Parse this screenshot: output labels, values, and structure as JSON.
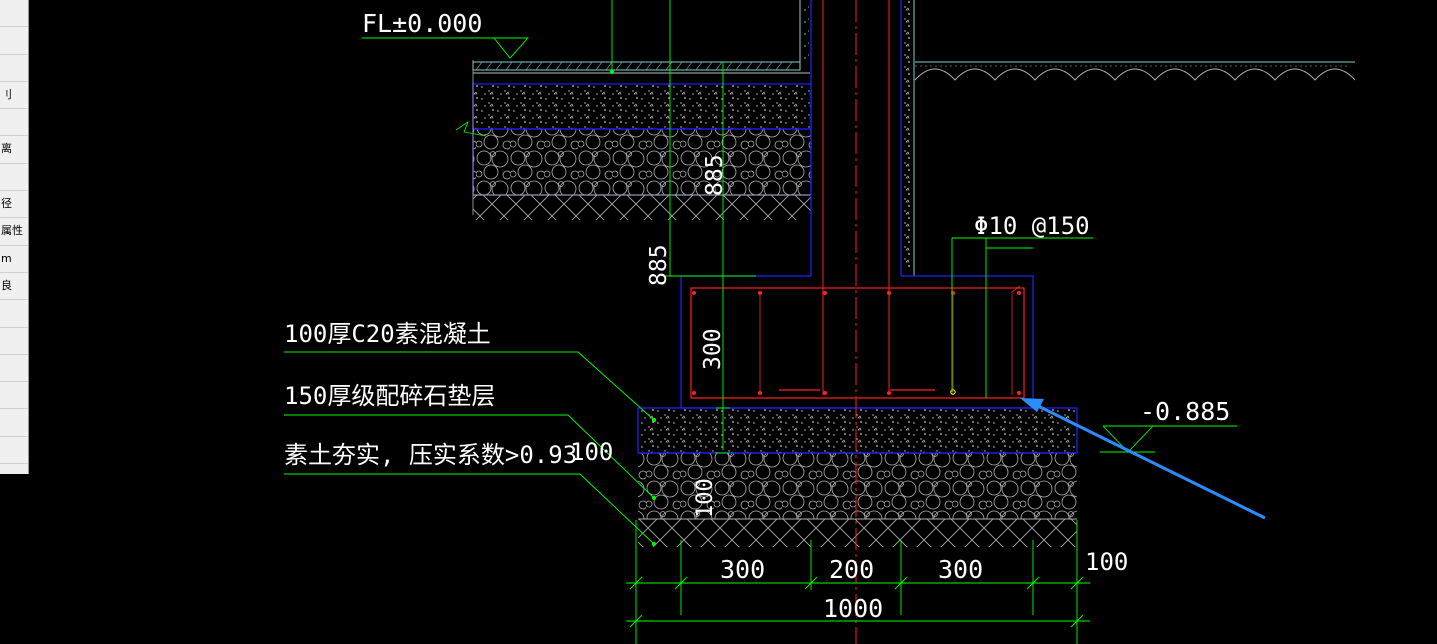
{
  "side_panel": {
    "items": [
      "",
      "",
      "",
      "",
      "",
      "",
      "",
      "",
      "",
      "",
      "",
      "",
      "",
      "",
      "",
      "",
      "",
      ""
    ],
    "fragments": [
      "刂",
      "离",
      "径",
      "属性",
      "m",
      "良"
    ]
  },
  "drawing": {
    "floor_level": "FL±0.000",
    "rebar_spec": "Φ10 @150",
    "footing_depth": "885",
    "footing_depth_rot": "885",
    "footing_height": "300",
    "elevation": "-0.885",
    "layer_notes": [
      "100厚C20素混凝土",
      "150厚级配碎石垫层",
      "素土夯实, 压实系数>0.93"
    ],
    "dim_100_left": "100",
    "dim_100_rot": "100",
    "dim_100_right": "100",
    "bottom_dims": [
      "300",
      "200",
      "300"
    ],
    "total_width": "1000"
  },
  "colors": {
    "background": "#000000",
    "concrete_outline": "#2222ff",
    "rebar": "#ff2020",
    "dimension": "#00ff00",
    "centerline": "#ff2020",
    "annotation": "#ffffff",
    "hatch": "#b0b0b0",
    "arrow": "#2a8cff",
    "ground": "#7fd0d0"
  }
}
